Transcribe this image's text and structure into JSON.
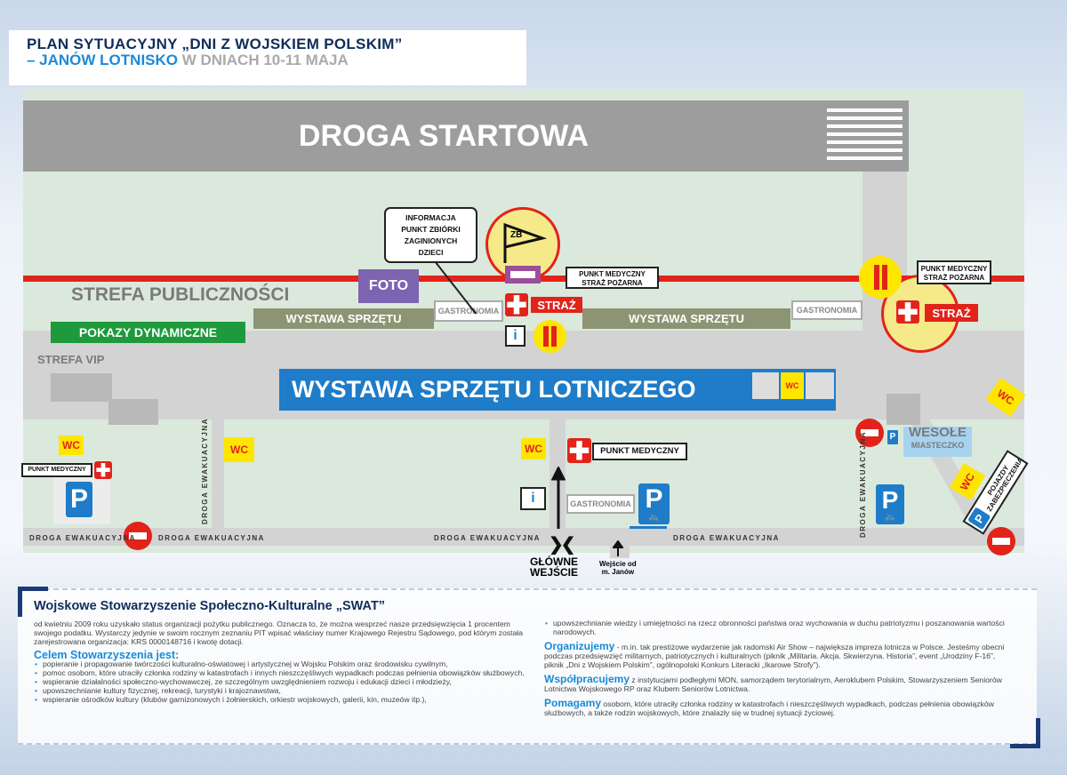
{
  "title": {
    "line1": "PLAN SYTUACYJNY „DNI Z WOJSKIEM POLSKIM”",
    "line2_blue": "– JANÓW LOTNISKO",
    "line2_gray": " W DNIACH 10-11 MAJA"
  },
  "map": {
    "runway": "DROGA STARTOWA",
    "public_zone": "STREFA PUBLICZNOŚCI",
    "foto": "FOTO",
    "exhibit": "WYSTAWA SPRZĘTU",
    "gastronomy": "GASTRONOMIA",
    "dynamic_shows": "POKAZY DYNAMICZNE",
    "vip_zone": "STREFA VIP",
    "aviation_exhibit": "WYSTAWA SPRZĘTU LOTNICZEGO",
    "wc": "WC",
    "info_callout": [
      "INFORMACJA",
      "PUNKT ZBIÓRKI",
      "ZAGINIONYCH",
      "DZIECI"
    ],
    "zb": "ZB",
    "medical_fire": [
      "PUNKT MEDYCZNY",
      "STRAŻ POŻARNA"
    ],
    "fire": "STRAŻ",
    "medical": "PUNKT MEDYCZNY",
    "info_i": "i",
    "parking": "P",
    "evac_road": "DROGA EWAKUACYJNA",
    "funfair": [
      "WESOŁE",
      "MIASTECZKO"
    ],
    "security_vehicles": [
      "POJAZDY",
      "ZABEZPIECZENIA"
    ],
    "main_entrance": [
      "GŁÓWNE",
      "WEJŚCIE"
    ],
    "janow_entrance": [
      "Wejście od",
      "m. Janów"
    ]
  },
  "panel": {
    "heading": "Wojskowe Stowarzyszenie Społeczno-Kulturalne „SWAT”",
    "intro": "od kwietniu 2009 roku uzyskało status organizacji pożytku publicznego. Oznacza to, że można wesprzeć nasze przedsięwzięcia 1 procentem swojego podatku. Wystarczy jedynie w swoim rocznym zeznaniu PIT wpisać właściwy numer Krajowego Rejestru Sądowego, pod którym została zarejestrowana organizacja: KRS 0000148716 i kwotę dotacji.",
    "goals_heading": "Celem Stowarzyszenia jest:",
    "goals": [
      "popieranie i propagowanie twórczości kulturalno-oświatowej i artystycznej w Wojsku Polskim oraz środowisku cywilnym,",
      "pomoc osobom, które utraciły członka rodziny w katastrofach i innych nieszczęśliwych wypadkach podczas pełnienia obowiązków służbowych,",
      "wspieranie działalności społeczno-wychowawczej, ze szczególnym uwzględnieniem rozwoju i edukacji dzieci i młodzieży,",
      "upowszechnianie kultury fizycznej, rekreacji, turystyki i krajoznawstwa,",
      "wspieranie ośrodków kultury (klubów garnizonowych i żołnierskich, orkiestr wojskowych, galerii, kin, muzeów itp.),",
      "upowszechnianie wiedzy i umiejętności na rzecz obronności państwa oraz wychowania w duchu patriotyzmu i poszanowania wartości narodowych."
    ],
    "organize_h": "Organizujemy",
    "organize": " - m.in. tak prestiżowe wydarzenie jak radomski Air Show – największa impreza lotnicza w Polsce. Jesteśmy obecni podczas przedsięwzięć militarnych, patriotycznych i kulturalnych (piknik „Militaria. Akcja. Skwierzyna. Historia”, event „Urodziny F-16”, piknik „Dni z Wojskiem Polskim”, ogólnopolski Konkurs Literacki „Ikarowe Strofy”).",
    "cooperate_h": "Współpracujemy",
    "cooperate": " z instytucjami podległymi MON, samorządem terytorialnym, Aeroklubem Polskim, Stowarzyszeniem Seniorów Lotnictwa Wojskowego RP oraz Klubem Seniorów Lotnictwa.",
    "help_h": "Pomagamy",
    "help": " osobom, które utraciły członka rodziny w katastrofach i nieszczęśliwych wypadkach, podczas pełnienia obowiązków służbowych, a także rodzin wojskowych, które znalazły się w trudnej sytuacji życiowej."
  }
}
